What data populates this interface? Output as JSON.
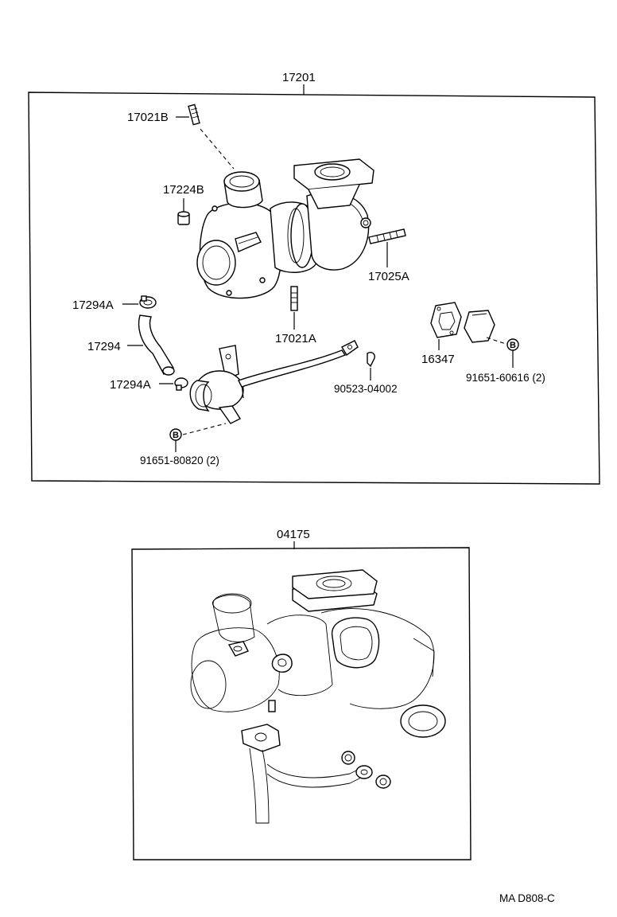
{
  "assembly": {
    "label": "17201",
    "parts": [
      {
        "id": "17021B",
        "label": "17021B"
      },
      {
        "id": "17224B",
        "label": "17224B"
      },
      {
        "id": "17025A",
        "label": "17025A"
      },
      {
        "id": "17294A_top",
        "label": "17294A"
      },
      {
        "id": "17294",
        "label": "17294"
      },
      {
        "id": "17021A",
        "label": "17021A"
      },
      {
        "id": "17294A_bottom",
        "label": "17294A"
      },
      {
        "id": "16347",
        "label": "16347"
      },
      {
        "id": "91651-60616",
        "label": "91651-60616 (2)"
      },
      {
        "id": "90523-04002",
        "label": "90523-04002"
      },
      {
        "id": "91651-80820",
        "label": "91651-80820 (2)"
      }
    ],
    "badge_letter": "B"
  },
  "kit": {
    "label": "04175"
  },
  "footer": {
    "code": "MA D808-C"
  }
}
